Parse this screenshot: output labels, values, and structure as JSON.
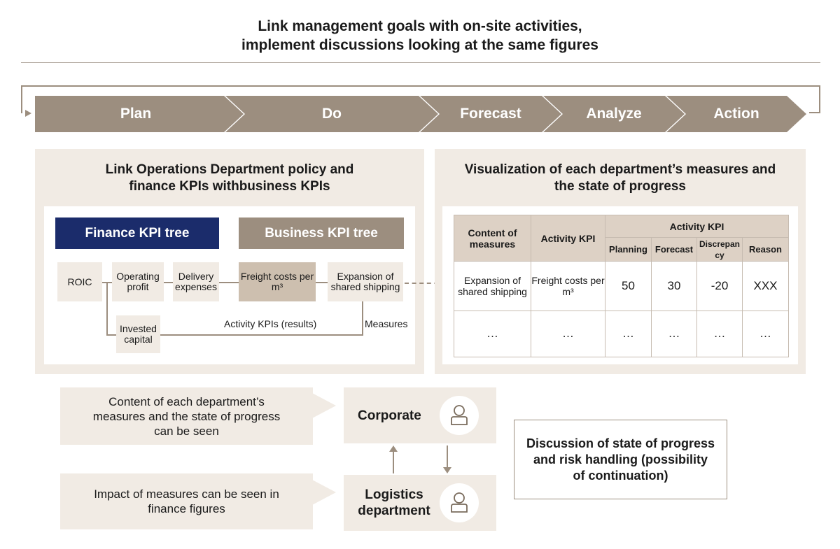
{
  "header": {
    "title_line1": "Link management goals with on-site activities,",
    "title_line2": "implement discussions looking at the same figures"
  },
  "cycle": {
    "steps": [
      "Plan",
      "Do",
      "Forecast",
      "Analyze",
      "Action"
    ]
  },
  "left_panel": {
    "title_line1": "Link Operations Department policy and",
    "title_line2": "finance KPIs withbusiness KPIs",
    "finance_tree_label": "Finance KPI tree",
    "business_tree_label": "Business KPI tree",
    "nodes": {
      "roic": "ROIC",
      "operating_profit": "Operating profit",
      "delivery_expenses": "Delivery expenses",
      "freight_costs": "Freight costs per m³",
      "expansion": "Expansion of shared shipping",
      "invested_capital": "Invested capital"
    },
    "activity_kpis_label": "Activity KPIs (results)",
    "measures_label": "Measures"
  },
  "right_panel": {
    "title_line1": "Visualization of each department’s measures and",
    "title_line2": "the state of progress",
    "table": {
      "col_content": "Content of measures",
      "col_activity_kpi": "Activity KPI",
      "group_header": "Activity KPI",
      "sub_headers": [
        "Planning",
        "Forecast",
        "Discrepancy",
        "Reason"
      ],
      "rows": [
        [
          "Expansion of shared shipping",
          "Freight costs per m³",
          "50",
          "30",
          "-20",
          "XXX"
        ],
        [
          "…",
          "…",
          "…",
          "…",
          "…",
          "…"
        ]
      ]
    }
  },
  "bottom": {
    "callout1": "Content of each department’s measures and the state of progress can be seen",
    "callout2": "Impact of measures can be seen in finance figures",
    "corporate_label": "Corporate",
    "logistics_label": "Logistics department",
    "discussion": "Discussion of state of progress and risk handling (possibility of continuation)"
  },
  "colors": {
    "brown": "#9c8e7f",
    "navy": "#1b2c6b",
    "beige": "#f1ebe4"
  }
}
